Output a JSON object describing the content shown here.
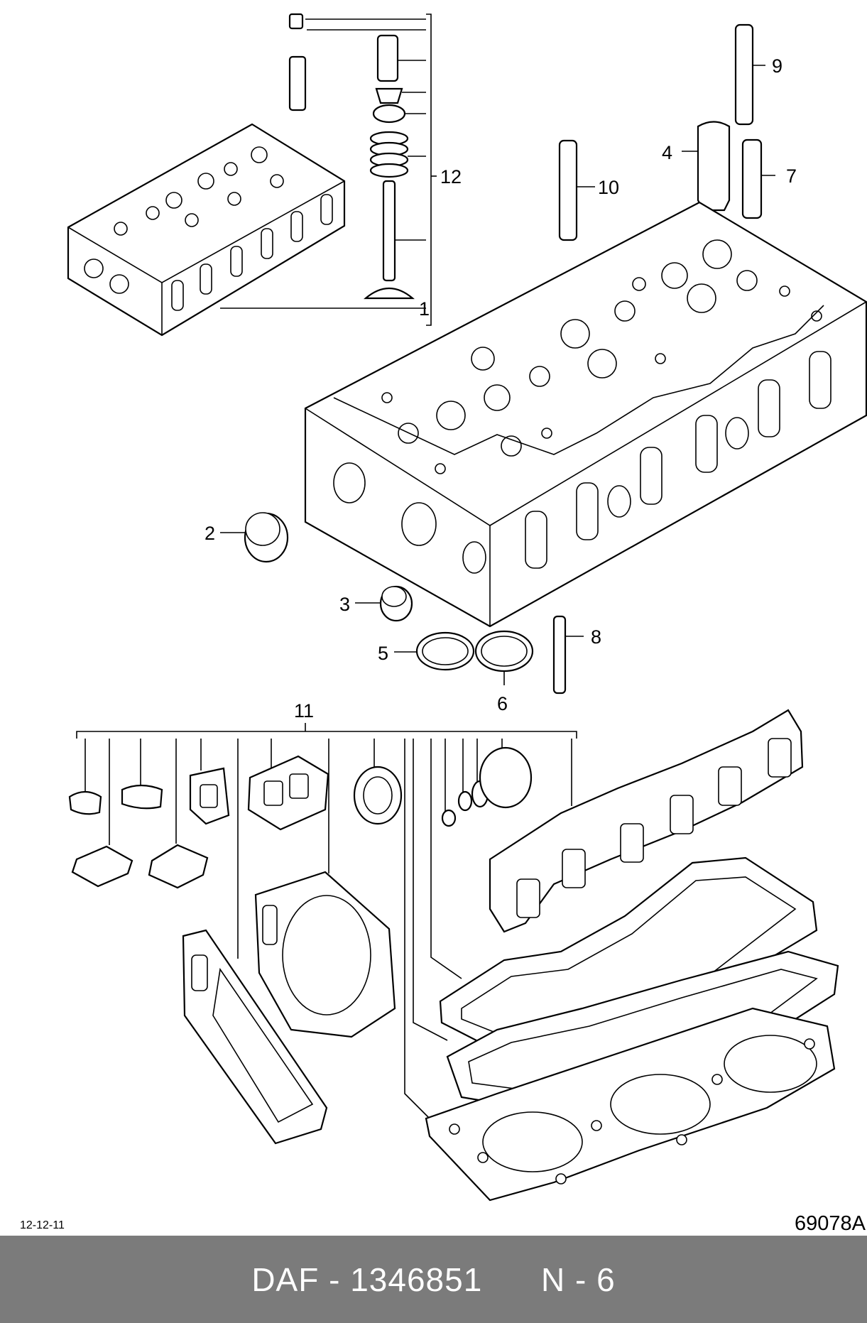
{
  "callouts": [
    "1",
    "2",
    "3",
    "4",
    "5",
    "6",
    "7",
    "8",
    "9",
    "10",
    "11",
    "12"
  ],
  "date_code": "12-12-11",
  "drawing_number": "69078A",
  "footer": {
    "brand": "DAF",
    "separator": "-",
    "part_number": "1346851",
    "sheet": "N - 6"
  }
}
